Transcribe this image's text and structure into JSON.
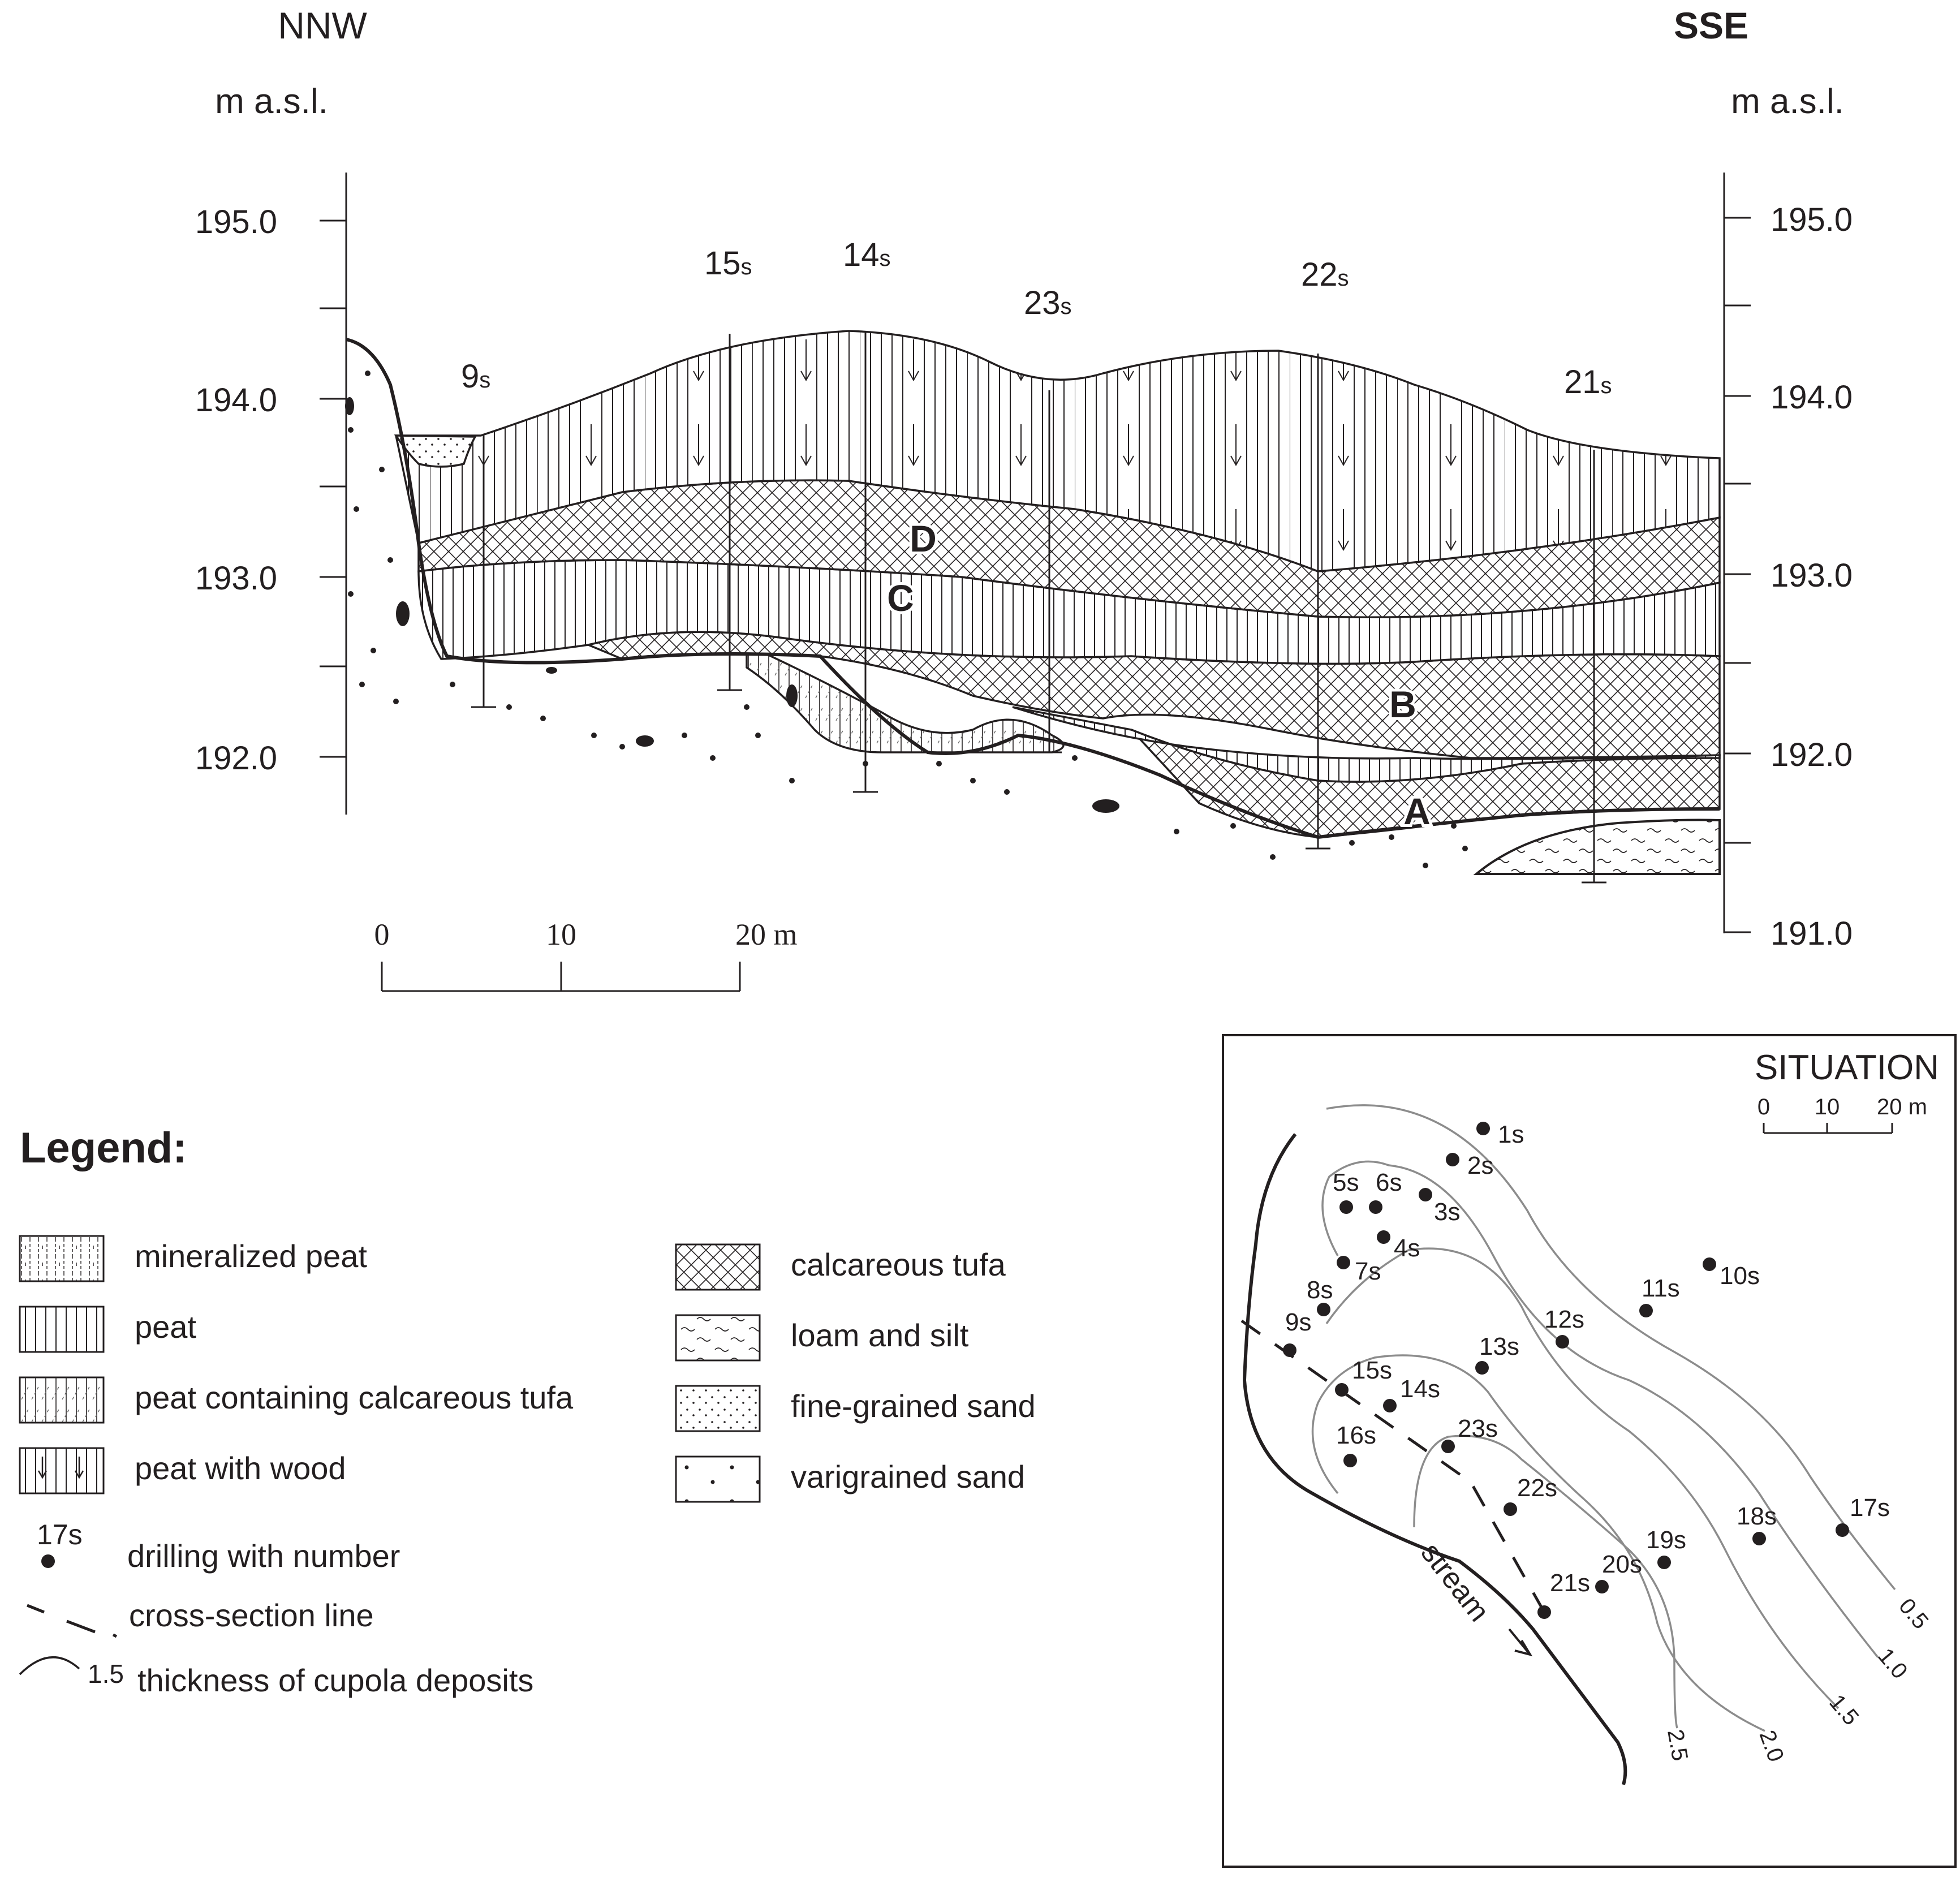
{
  "orientation": {
    "left": "NNW",
    "right": "SSE"
  },
  "unit_label": "m a.s.l.",
  "elevation_ticks": [
    "195.0",
    "194.0",
    "193.0",
    "192.0",
    "191.0"
  ],
  "drillings_section": [
    "9",
    "15",
    "14",
    "23",
    "22",
    "21"
  ],
  "drill_suffix": "s",
  "layer_labels": [
    "D",
    "C",
    "B",
    "A"
  ],
  "scale_bar": {
    "labels": [
      "0",
      "10",
      "20 m"
    ]
  },
  "legend": {
    "title": "Legend:",
    "items_left": [
      "mineralized peat",
      "peat",
      "peat containing calcareous tufa",
      "peat with wood"
    ],
    "items_right": [
      "calcareous tufa",
      "loam and silt",
      "fine-grained sand",
      "varigrained sand"
    ],
    "drilling_example": "17s",
    "drilling_text": "drilling with number",
    "section_line_text": "cross-section line",
    "thickness_value": "1.5",
    "thickness_text": "thickness of cupola deposits"
  },
  "situation": {
    "title": "SITUATION",
    "scale_labels": [
      "0",
      "10",
      "20 m"
    ],
    "drillings": [
      "1s",
      "2s",
      "3s",
      "4s",
      "5s",
      "6s",
      "7s",
      "8s",
      "9s",
      "10s",
      "11s",
      "12s",
      "13s",
      "14s",
      "15s",
      "16s",
      "17s",
      "18s",
      "19s",
      "20s",
      "21s",
      "22s",
      "23s"
    ],
    "contours": [
      "0.5",
      "1.0",
      "1.5",
      "2.0",
      "2.5"
    ],
    "stream_label": "stream"
  }
}
